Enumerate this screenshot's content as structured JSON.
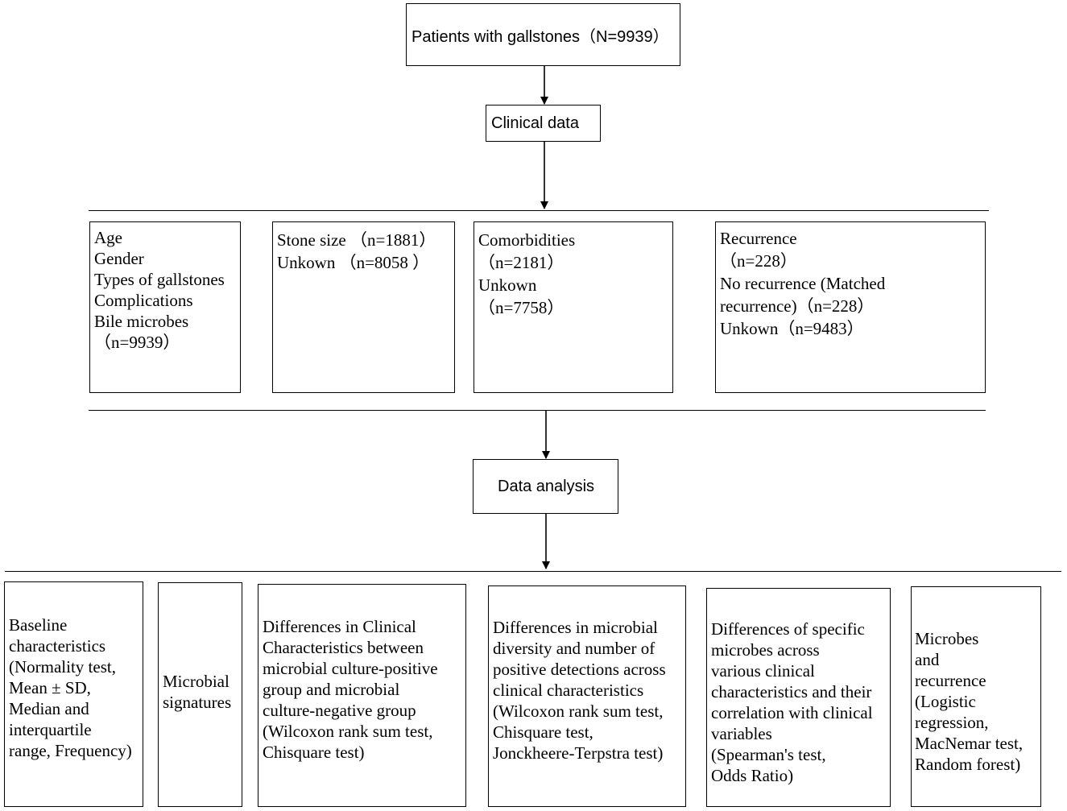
{
  "top_box": {
    "text": "Patients with gallstones（N=9939）"
  },
  "clinical_box": {
    "text": "Clinical data"
  },
  "analysis_box": {
    "text": "Data analysis"
  },
  "data_groups": [
    {
      "lines": [
        "Age",
        "Gender",
        "Types of gallstones",
        "Complications",
        "Bile microbes",
        "（n=9939）"
      ]
    },
    {
      "lines": [
        "Stone size （n=1881）",
        "Unkown （n=8058 ）"
      ]
    },
    {
      "lines": [
        "Comorbidities",
        "（n=2181）",
        "Unkown",
        "（n=7758）"
      ]
    },
    {
      "lines": [
        "Recurrence",
        "（n=228）",
        "No recurrence (Matched",
        "recurrence)（n=228）",
        "Unkown（n=9483）"
      ]
    }
  ],
  "analyses": [
    {
      "lines": [
        "Baseline",
        "characteristics",
        "(Normality test,",
        "Mean ± SD,",
        "Median and",
        "interquartile",
        "range, Frequency)"
      ]
    },
    {
      "lines": [
        "Microbial",
        "signatures"
      ]
    },
    {
      "lines": [
        "Differences in Clinical",
        "Characteristics between",
        "microbial culture-positive",
        "group and microbial",
        "culture-negative group",
        "(Wilcoxon rank sum test,",
        "Chisquare test)"
      ]
    },
    {
      "lines": [
        "Differences in microbial",
        "diversity and number of",
        "positive detections across",
        "clinical characteristics",
        "(Wilcoxon rank sum test,",
        "Chisquare test,",
        "Jonckheere-Terpstra test)"
      ]
    },
    {
      "lines": [
        "Differences of specific",
        "microbes across",
        "various clinical",
        "characteristics and their",
        "correlation with clinical",
        "variables",
        "(Spearman's test,",
        "Odds Ratio)"
      ]
    },
    {
      "lines": [
        "Microbes",
        "and",
        "recurrence",
        "(Logistic",
        "regression,",
        "MacNemar test,",
        "Random forest)"
      ]
    }
  ]
}
